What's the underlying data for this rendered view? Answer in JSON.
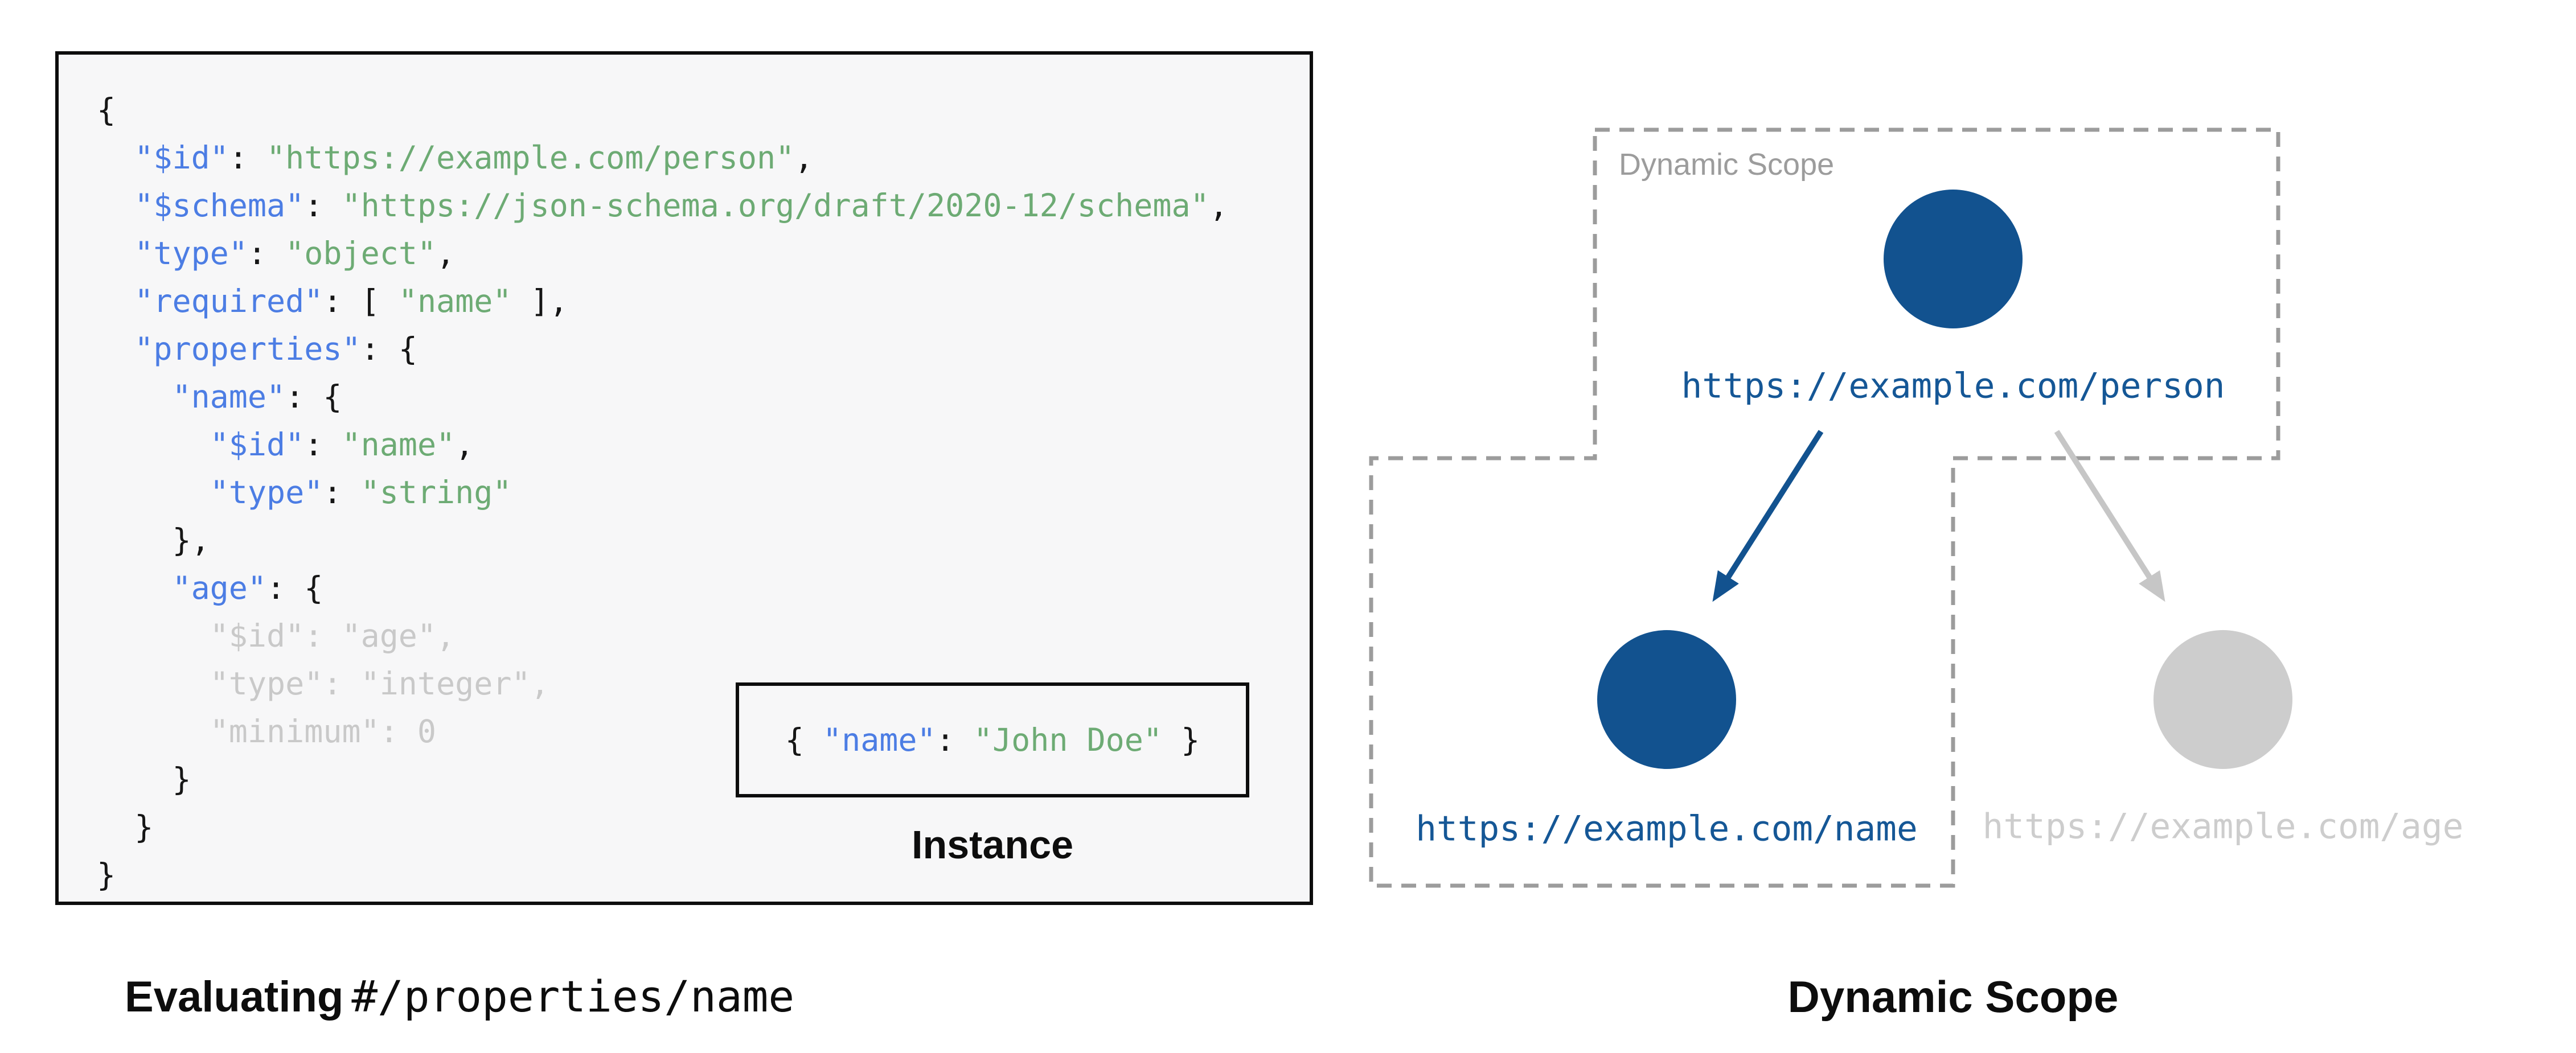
{
  "schema_panel": {
    "code_lines": [
      [
        [
          "p",
          "{"
        ]
      ],
      [
        [
          "p",
          "  "
        ],
        [
          "k",
          "\"$id\""
        ],
        [
          "p",
          ": "
        ],
        [
          "s",
          "\"https://example.com/person\""
        ],
        [
          "p",
          ","
        ]
      ],
      [
        [
          "p",
          "  "
        ],
        [
          "k",
          "\"$schema\""
        ],
        [
          "p",
          ": "
        ],
        [
          "s",
          "\"https://json-schema.org/draft/2020-12/schema\""
        ],
        [
          "p",
          ","
        ]
      ],
      [
        [
          "p",
          "  "
        ],
        [
          "k",
          "\"type\""
        ],
        [
          "p",
          ": "
        ],
        [
          "s",
          "\"object\""
        ],
        [
          "p",
          ","
        ]
      ],
      [
        [
          "p",
          "  "
        ],
        [
          "k",
          "\"required\""
        ],
        [
          "p",
          ": [ "
        ],
        [
          "s",
          "\"name\""
        ],
        [
          "p",
          " ],"
        ]
      ],
      [
        [
          "p",
          "  "
        ],
        [
          "k",
          "\"properties\""
        ],
        [
          "p",
          ": {"
        ]
      ],
      [
        [
          "p",
          "    "
        ],
        [
          "k",
          "\"name\""
        ],
        [
          "p",
          ": {"
        ]
      ],
      [
        [
          "p",
          "      "
        ],
        [
          "k",
          "\"$id\""
        ],
        [
          "p",
          ": "
        ],
        [
          "s",
          "\"name\""
        ],
        [
          "p",
          ","
        ]
      ],
      [
        [
          "p",
          "      "
        ],
        [
          "k",
          "\"type\""
        ],
        [
          "p",
          ": "
        ],
        [
          "s",
          "\"string\""
        ]
      ],
      [
        [
          "p",
          "    },"
        ]
      ],
      [
        [
          "p",
          "    "
        ],
        [
          "k",
          "\"age\""
        ],
        [
          "p",
          ": {"
        ]
      ],
      [
        [
          "d",
          "      \"$id\": \"age\","
        ]
      ],
      [
        [
          "d",
          "      \"type\": \"integer\","
        ]
      ],
      [
        [
          "d",
          "      \"minimum\": 0"
        ]
      ],
      [
        [
          "p",
          "    }"
        ]
      ],
      [
        [
          "p",
          "  }"
        ]
      ],
      [
        [
          "p",
          "}"
        ]
      ]
    ],
    "instance_tokens": [
      [
        "p",
        "{ "
      ],
      [
        "k",
        "\"name\""
      ],
      [
        "p",
        ": "
      ],
      [
        "s",
        "\"John Doe\""
      ],
      [
        "p",
        " }"
      ]
    ],
    "instance_label": "Instance",
    "caption_bold": "Evaluating",
    "caption_mono": "#/properties/name"
  },
  "scope_diagram": {
    "region_label": "Dynamic Scope",
    "person_url": "https://example.com/person",
    "name_url": "https://example.com/name",
    "age_url": "https://example.com/age",
    "caption": "Dynamic Scope"
  },
  "colors": {
    "key_blue": "#4c7de4",
    "string_green": "#6dab74",
    "dim_gray": "#c9c9c9",
    "node_blue": "#12528f",
    "url_blue": "#155796",
    "inactive_gray": "#cdcdcd",
    "dash_gray": "#9c9c9c",
    "panel_bg": "#f7f7f8"
  }
}
